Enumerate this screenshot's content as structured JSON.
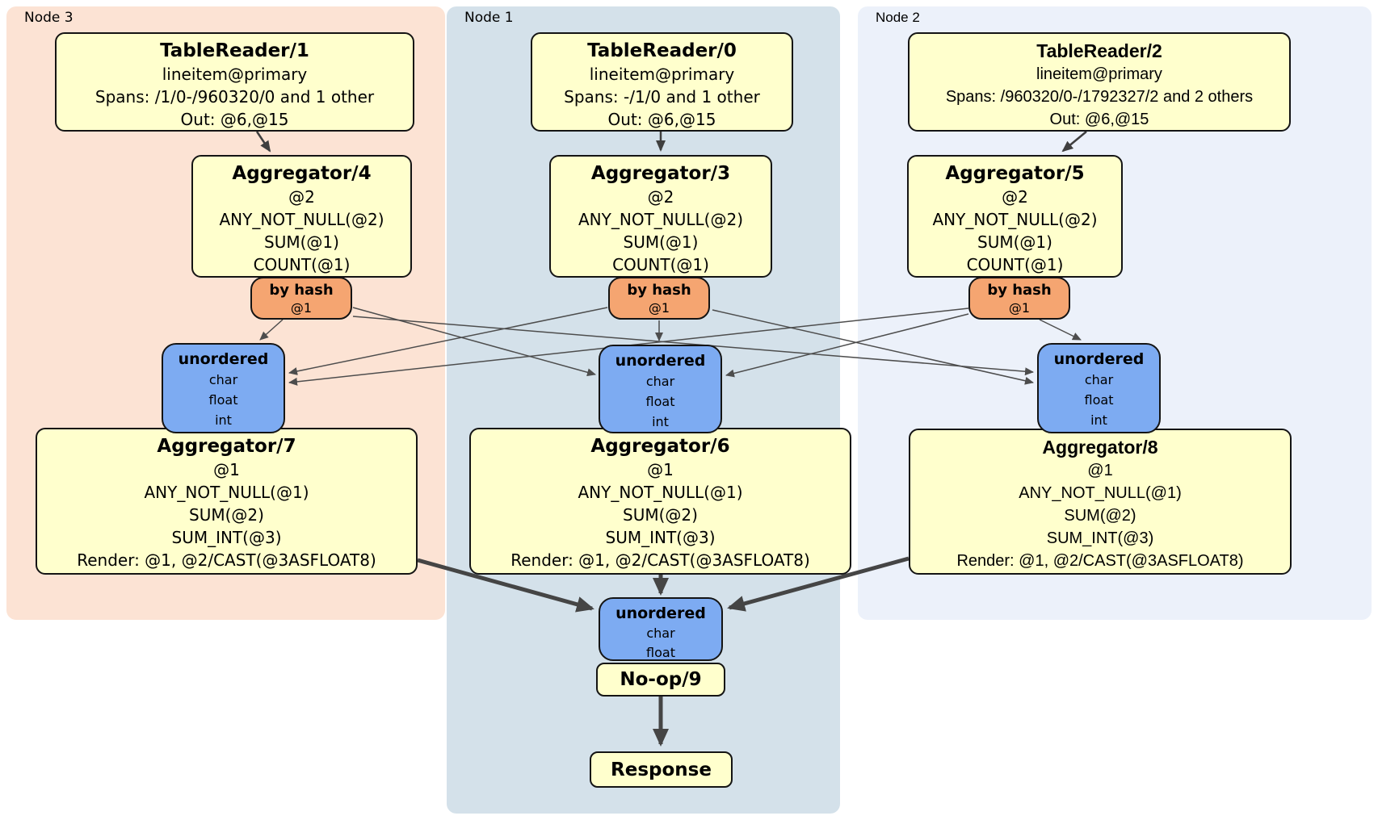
{
  "nodes": [
    {
      "label": "Node 3",
      "reader": {
        "title": "TableReader/1",
        "index": "lineitem@primary",
        "spans": "Spans: /1/0-/960320/0 and 1 other",
        "out": "Out: @6,@15"
      },
      "agg_first": {
        "title": "Aggregator/4",
        "lines": [
          "@2",
          "ANY_NOT_NULL(@2)",
          "SUM(@1)",
          "COUNT(@1)"
        ]
      },
      "router": {
        "title": "by hash",
        "key": "@1"
      },
      "sync": {
        "title": "unordered",
        "types": [
          "char",
          "float",
          "int"
        ]
      },
      "agg_second": {
        "title": "Aggregator/7",
        "lines": [
          "@1",
          "ANY_NOT_NULL(@1)",
          "SUM(@2)",
          "SUM_INT(@3)",
          "Render: @1, @2/CAST(@3ASFLOAT8)"
        ]
      }
    },
    {
      "label": "Node 1",
      "reader": {
        "title": "TableReader/0",
        "index": "lineitem@primary",
        "spans": "Spans: -/1/0 and 1 other",
        "out": "Out: @6,@15"
      },
      "agg_first": {
        "title": "Aggregator/3",
        "lines": [
          "@2",
          "ANY_NOT_NULL(@2)",
          "SUM(@1)",
          "COUNT(@1)"
        ]
      },
      "router": {
        "title": "by hash",
        "key": "@1"
      },
      "sync": {
        "title": "unordered",
        "types": [
          "char",
          "float",
          "int"
        ]
      },
      "agg_second": {
        "title": "Aggregator/6",
        "lines": [
          "@1",
          "ANY_NOT_NULL(@1)",
          "SUM(@2)",
          "SUM_INT(@3)",
          "Render: @1, @2/CAST(@3ASFLOAT8)"
        ]
      }
    },
    {
      "label": "Node 2",
      "reader": {
        "title": "TableReader/2",
        "index": "lineitem@primary",
        "spans": "Spans: /960320/0-/1792327/2 and 2 others",
        "out": "Out: @6,@15"
      },
      "agg_first": {
        "title": "Aggregator/5",
        "lines": [
          "@2",
          "ANY_NOT_NULL(@2)",
          "SUM(@1)",
          "COUNT(@1)"
        ]
      },
      "router": {
        "title": "by hash",
        "key": "@1"
      },
      "sync": {
        "title": "unordered",
        "types": [
          "char",
          "float",
          "int"
        ]
      },
      "agg_second": {
        "title": "Aggregator/8",
        "lines": [
          "@1",
          "ANY_NOT_NULL(@1)",
          "SUM(@2)",
          "SUM_INT(@3)",
          "Render: @1, @2/CAST(@3ASFLOAT8)"
        ]
      }
    }
  ],
  "final": {
    "sync": {
      "title": "unordered",
      "types": [
        "char",
        "float"
      ]
    },
    "noop": "No-op/9",
    "response": "Response"
  },
  "colors": {
    "node3_bg": "#fce3d4",
    "node1_bg": "#d4e1ea",
    "node2_bg": "#ecf1fa",
    "processor_fill": "#ffffcd",
    "router_fill": "#f5a571",
    "sync_fill": "#7dabf2",
    "edge_thin": "#4d4d4d",
    "edge_thick": "#454545"
  }
}
